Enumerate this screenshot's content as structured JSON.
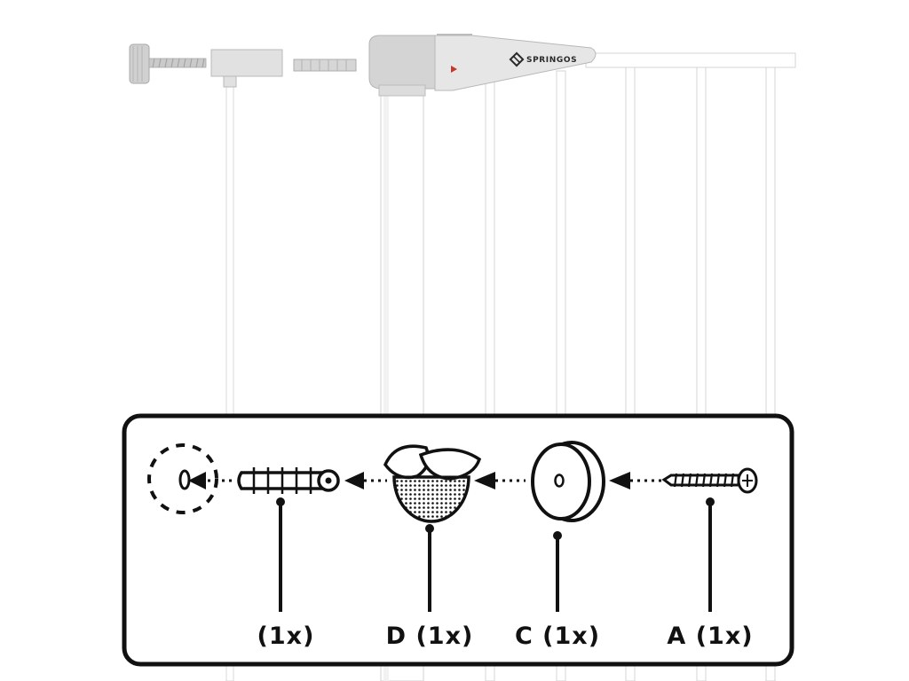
{
  "brand": {
    "name": "SPRINGOS"
  },
  "parts": [
    {
      "id": "hole",
      "label": ""
    },
    {
      "id": "wall-plug",
      "label": "(1x)"
    },
    {
      "id": "cup",
      "label": "D (1x)"
    },
    {
      "id": "pad",
      "label": "C (1x)"
    },
    {
      "id": "screw",
      "label": "A (1x)"
    }
  ],
  "colors": {
    "gate": "#ffffff",
    "gate_outline": "#d6d6d6",
    "hardware": "#cfcfcf",
    "accent_arrow": "#c0392b",
    "ink": "#111111"
  }
}
